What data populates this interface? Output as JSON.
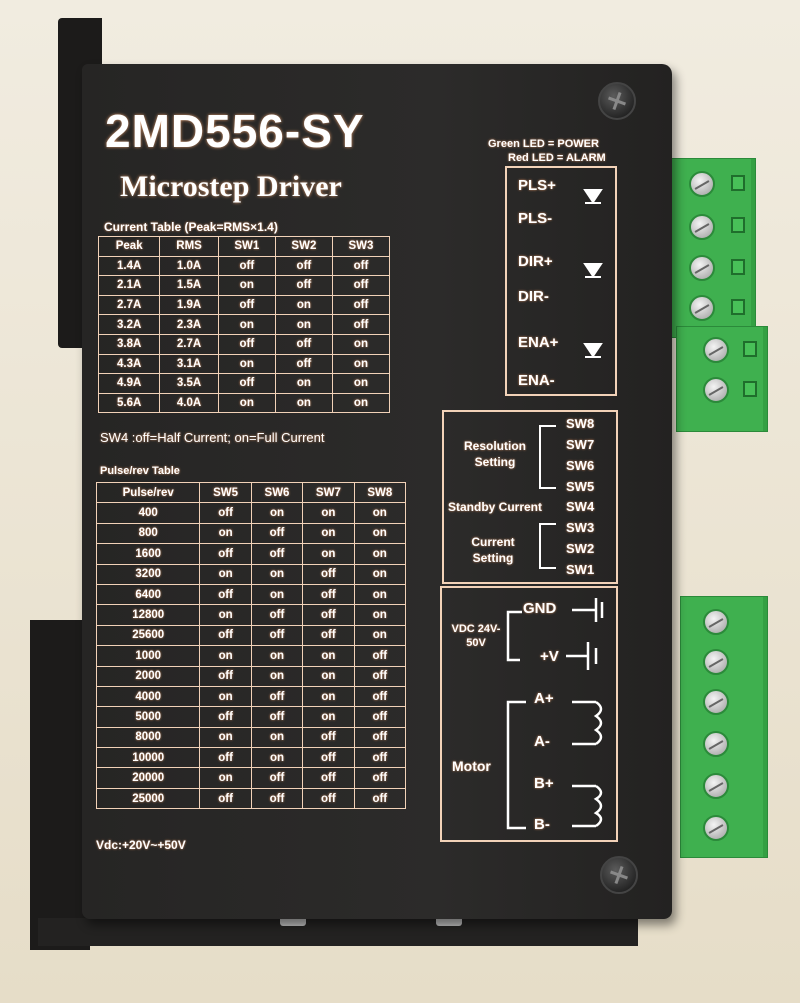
{
  "device": {
    "model": "2MD556-SY",
    "subtitle": "Microstep Driver",
    "led_green": "Green LED = POWER",
    "led_red": "Red LED = ALARM"
  },
  "current_table": {
    "title": "Current Table (Peak=RMS×1.4)",
    "headers": [
      "Peak",
      "RMS",
      "SW1",
      "SW2",
      "SW3"
    ],
    "rows": [
      [
        "1.4A",
        "1.0A",
        "off",
        "off",
        "off"
      ],
      [
        "2.1A",
        "1.5A",
        "on",
        "off",
        "off"
      ],
      [
        "2.7A",
        "1.9A",
        "off",
        "on",
        "off"
      ],
      [
        "3.2A",
        "2.3A",
        "on",
        "on",
        "off"
      ],
      [
        "3.8A",
        "2.7A",
        "off",
        "off",
        "on"
      ],
      [
        "4.3A",
        "3.1A",
        "on",
        "off",
        "on"
      ],
      [
        "4.9A",
        "3.5A",
        "off",
        "on",
        "on"
      ],
      [
        "5.6A",
        "4.0A",
        "on",
        "on",
        "on"
      ]
    ],
    "note": "SW4 :off=Half Current; on=Full Current"
  },
  "pulse_table": {
    "title": "Pulse/rev Table",
    "headers": [
      "Pulse/rev",
      "SW5",
      "SW6",
      "SW7",
      "SW8"
    ],
    "rows": [
      [
        "400",
        "off",
        "on",
        "on",
        "on"
      ],
      [
        "800",
        "on",
        "off",
        "on",
        "on"
      ],
      [
        "1600",
        "off",
        "off",
        "on",
        "on"
      ],
      [
        "3200",
        "on",
        "on",
        "off",
        "on"
      ],
      [
        "6400",
        "off",
        "on",
        "off",
        "on"
      ],
      [
        "12800",
        "on",
        "off",
        "off",
        "on"
      ],
      [
        "25600",
        "off",
        "off",
        "off",
        "on"
      ],
      [
        "1000",
        "on",
        "on",
        "on",
        "off"
      ],
      [
        "2000",
        "off",
        "on",
        "on",
        "off"
      ],
      [
        "4000",
        "on",
        "off",
        "on",
        "off"
      ],
      [
        "5000",
        "off",
        "off",
        "on",
        "off"
      ],
      [
        "8000",
        "on",
        "on",
        "off",
        "off"
      ],
      [
        "10000",
        "off",
        "on",
        "off",
        "off"
      ],
      [
        "20000",
        "on",
        "off",
        "off",
        "off"
      ],
      [
        "25000",
        "off",
        "off",
        "off",
        "off"
      ]
    ]
  },
  "vdc_note": "Vdc:+20V~+50V",
  "signals": [
    "PLS+",
    "PLS-",
    "DIR+",
    "DIR-",
    "ENA+",
    "ENA-"
  ],
  "dip_panel": {
    "resolution_label": "Resolution Setting",
    "standby_label": "Standby Current",
    "current_label": "Current Setting",
    "switches": [
      "SW8",
      "SW7",
      "SW6",
      "SW5",
      "SW4",
      "SW3",
      "SW2",
      "SW1"
    ]
  },
  "power_panel": {
    "vdc_label": "VDC 24V-50V",
    "gnd": "GND",
    "vplus": "+V",
    "motor_label": "Motor",
    "motor_pins": [
      "A+",
      "A-",
      "B+",
      "B-"
    ]
  },
  "colors": {
    "housing": "#2a2928",
    "print": "#ffffff",
    "glow": "#d58e60",
    "terminal": "#3fb04f"
  }
}
